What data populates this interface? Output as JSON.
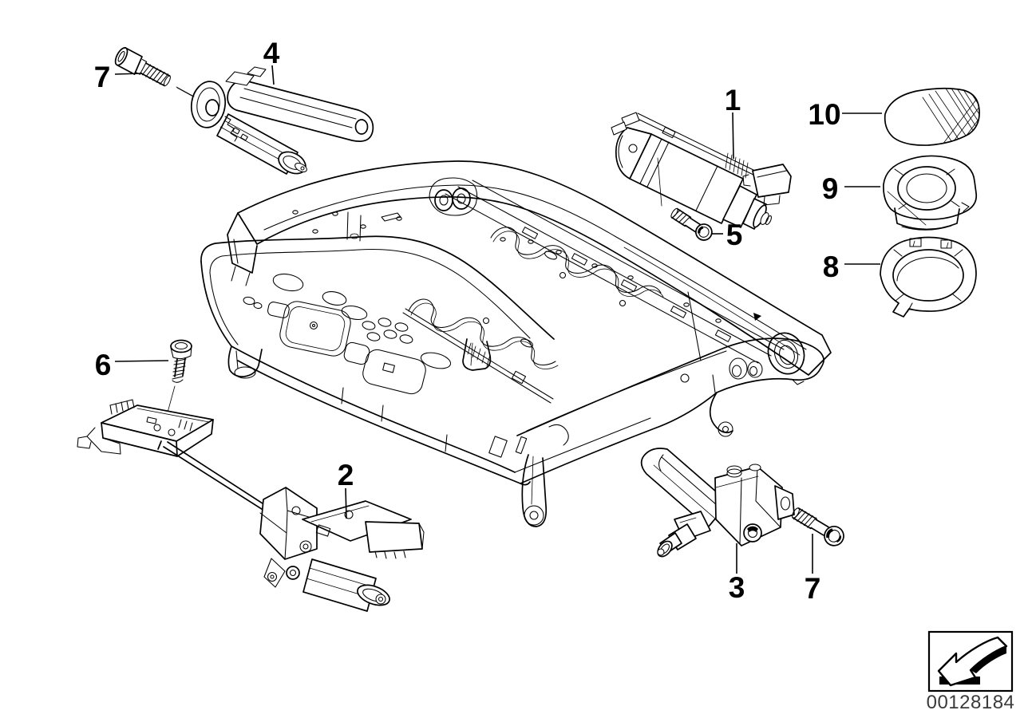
{
  "diagram": {
    "background_color": "#ffffff",
    "line_color": "#000000",
    "callouts": [
      {
        "label": "7"
      },
      {
        "label": "4"
      },
      {
        "label": "1"
      },
      {
        "label": "10"
      },
      {
        "label": "9"
      },
      {
        "label": "5"
      },
      {
        "label": "8"
      },
      {
        "label": "6"
      },
      {
        "label": "2"
      },
      {
        "label": "3"
      },
      {
        "label": "7"
      }
    ],
    "footer": {
      "image_number": "00128184",
      "nav_icon": "page-back-arrow"
    }
  }
}
